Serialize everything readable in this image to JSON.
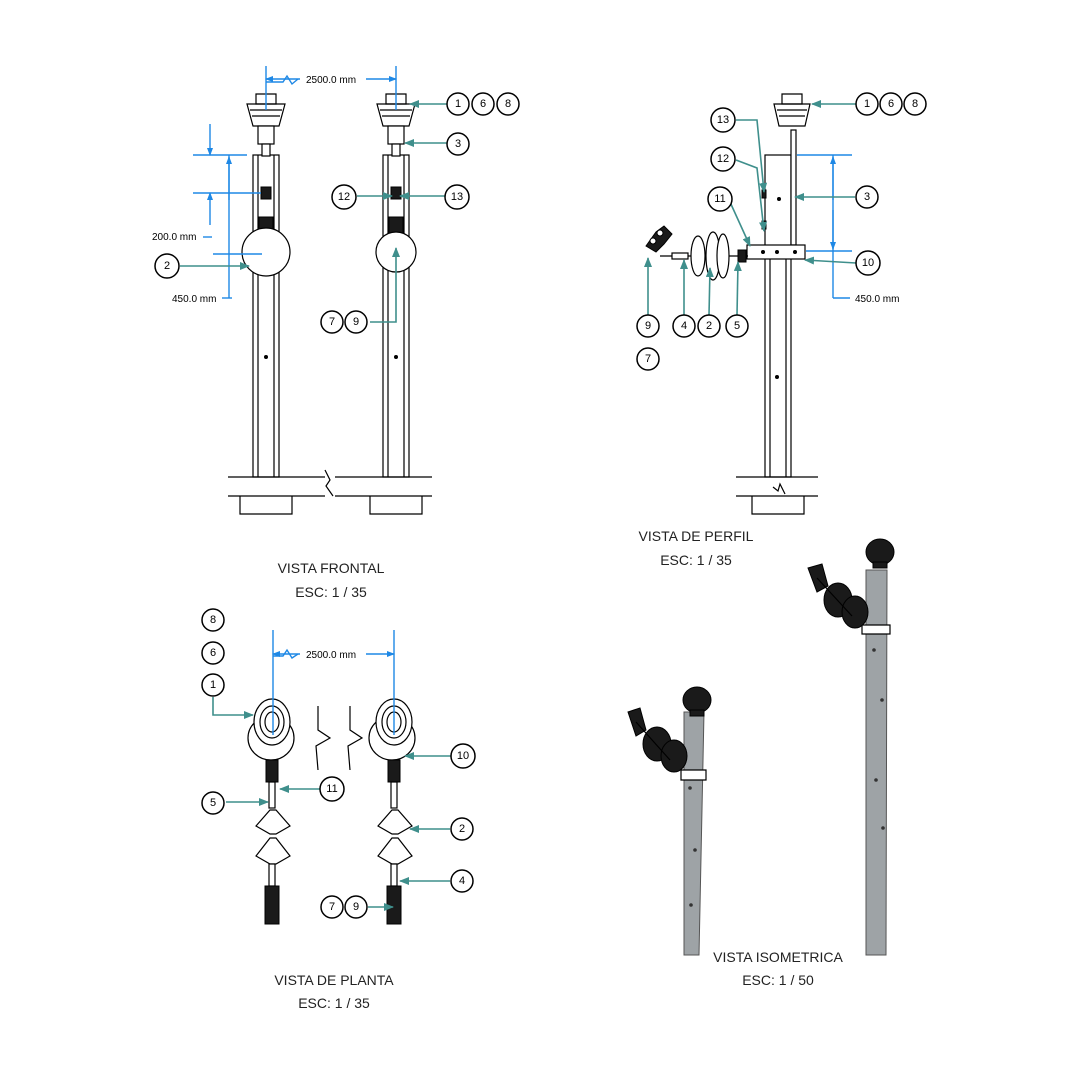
{
  "views": {
    "frontal": {
      "title": "VISTA FRONTAL",
      "scale": "ESC: 1 / 35"
    },
    "perfil": {
      "title": "VISTA DE PERFIL",
      "scale": "ESC: 1 / 35"
    },
    "planta": {
      "title": "VISTA DE PLANTA",
      "scale": "ESC: 1 / 35"
    },
    "isometrica": {
      "title": "VISTA ISOMETRICA",
      "scale": "ESC: 1 / 50"
    }
  },
  "dimensions": {
    "span_front": "2500.0 mm",
    "d200": "200.0 mm",
    "d450": "450.0 mm",
    "d450_profile": "450.0 mm",
    "span_plan": "2500.0 mm"
  },
  "balloons": {
    "f_1": "1",
    "f_6": "6",
    "f_8": "8",
    "f_3": "3",
    "f_12": "12",
    "f_13": "13",
    "f_2": "2",
    "f_7": "7",
    "f_9": "9",
    "p_1": "1",
    "p_6": "6",
    "p_8": "8",
    "p_13": "13",
    "p_12": "12",
    "p_11": "11",
    "p_3": "3",
    "p_10": "10",
    "p_9": "9",
    "p_7": "7",
    "p_4": "4",
    "p_2": "2",
    "p_5": "5",
    "pl_8": "8",
    "pl_6": "6",
    "pl_1": "1",
    "pl_10": "10",
    "pl_11": "11",
    "pl_5": "5",
    "pl_2": "2",
    "pl_4": "4",
    "pl_7": "7",
    "pl_9": "9"
  },
  "colors": {
    "dimension": "#1e88e5",
    "leader": "#3f8f8c"
  }
}
